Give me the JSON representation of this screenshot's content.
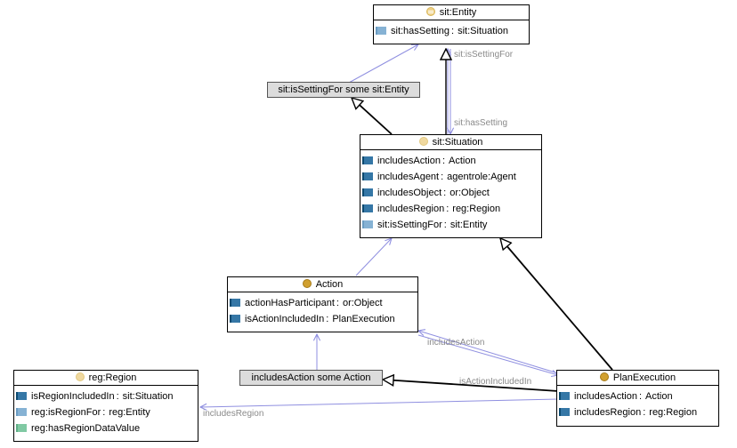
{
  "colors": {
    "subclass_edge": "#000000",
    "property_edge": "#8f8fe0",
    "edge_label": "#8a8a8a",
    "restriction_fill": "#dcdcdc"
  },
  "classes": {
    "entity": {
      "title": "sit:Entity",
      "icon": "circle-lines-icon",
      "rows": [
        {
          "name": "sit:hasSetting",
          "range": "sit:Situation",
          "icon": "object-property-light-icon"
        }
      ]
    },
    "situation": {
      "title": "sit:Situation",
      "icon": "circle-pale-icon",
      "rows": [
        {
          "name": "includesAction",
          "range": "Action",
          "icon": "object-property-icon"
        },
        {
          "name": "includesAgent",
          "range": "agentrole:Agent",
          "icon": "object-property-icon"
        },
        {
          "name": "includesObject",
          "range": "or:Object",
          "icon": "object-property-icon"
        },
        {
          "name": "includesRegion",
          "range": "reg:Region",
          "icon": "object-property-icon"
        },
        {
          "name": "sit:isSettingFor",
          "range": "sit:Entity",
          "icon": "object-property-light-icon"
        }
      ]
    },
    "action": {
      "title": "Action",
      "icon": "circle-gold-icon",
      "rows": [
        {
          "name": "actionHasParticipant",
          "range": "or:Object",
          "icon": "object-property-icon"
        },
        {
          "name": "isActionIncludedIn",
          "range": "PlanExecution",
          "icon": "object-property-icon"
        }
      ]
    },
    "region": {
      "title": "reg:Region",
      "icon": "circle-pale-icon",
      "rows": [
        {
          "name": "isRegionIncludedIn",
          "range": "sit:Situation",
          "icon": "object-property-icon"
        },
        {
          "name": "reg:isRegionFor",
          "range": "reg:Entity",
          "icon": "object-property-light-icon"
        },
        {
          "name": "reg:hasRegionDataValue",
          "range": "",
          "icon": "data-property-icon"
        }
      ]
    },
    "plan": {
      "title": "PlanExecution",
      "icon": "circle-gold-icon",
      "rows": [
        {
          "name": "includesAction",
          "range": "Action",
          "icon": "object-property-icon"
        },
        {
          "name": "includesRegion",
          "range": "reg:Region",
          "icon": "object-property-icon"
        }
      ]
    }
  },
  "restrictions": {
    "setting_for": "sit:isSettingFor some sit:Entity",
    "includes_action": "includesAction some Action"
  },
  "edge_labels": {
    "is_setting_for": "sit:isSettingFor",
    "has_setting": "sit:hasSetting",
    "includes_action": "includesAction",
    "is_action_included_in": "isActionIncludedIn",
    "includes_region": "includesRegion"
  }
}
